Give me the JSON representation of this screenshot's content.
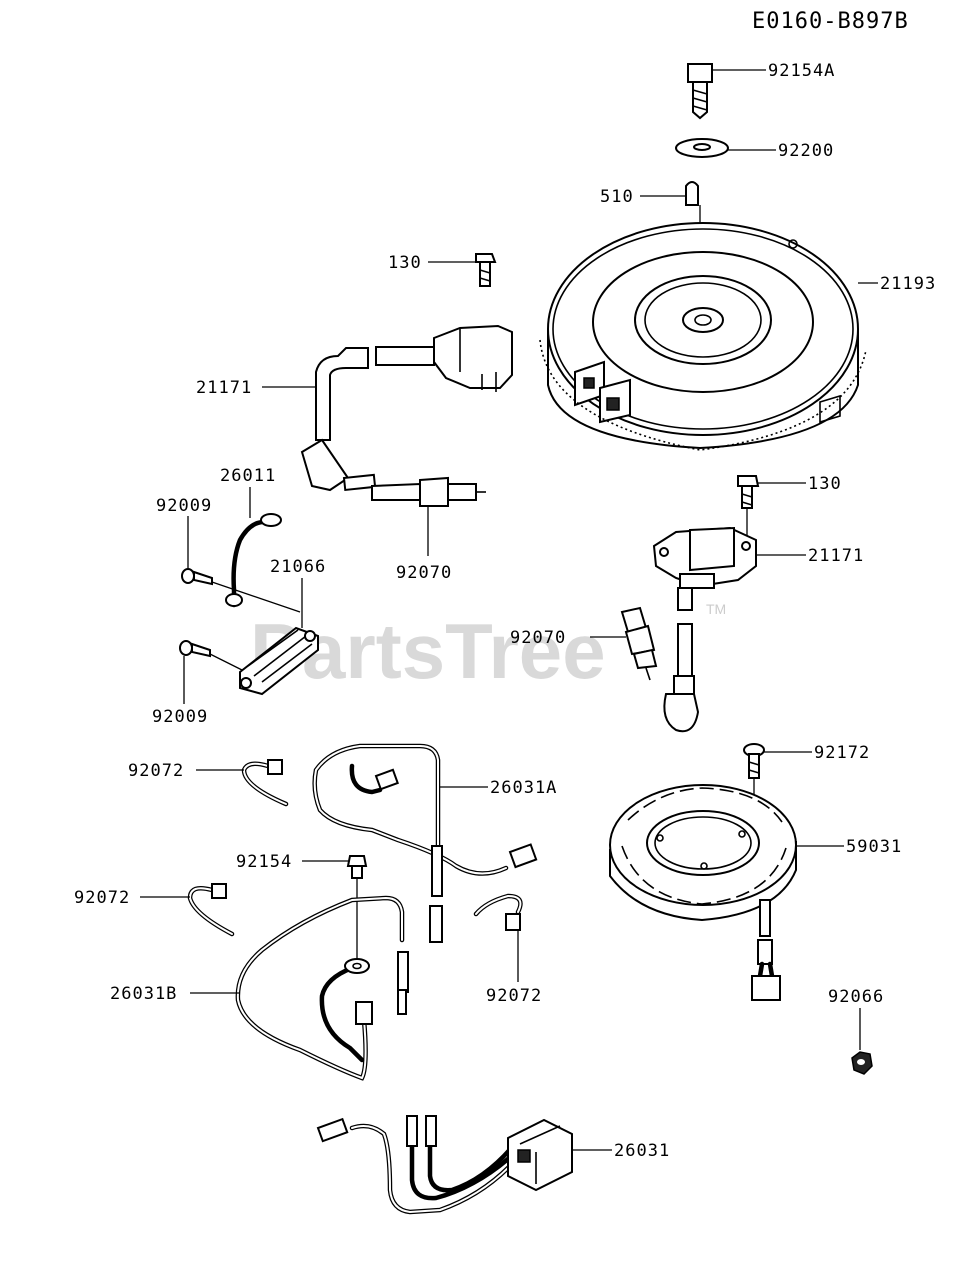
{
  "diagram_code": "E0160-B897B",
  "watermark": {
    "text": "PartsTree",
    "tm": "TM"
  },
  "callouts": {
    "bolt_top": "92154A",
    "washer_top": "92200",
    "key": "510",
    "flywheel": "21193",
    "bolt_coil_left": "130",
    "coil_left": "21171",
    "lead_26011": "26011",
    "screw_upper_left": "92009",
    "regulator": "21066",
    "plug_left": "92070",
    "screw_lower_left": "92009",
    "bolt_coil_right": "130",
    "coil_right": "21171",
    "plug_right": "92070",
    "clamp_upper_left": "92072",
    "harness_a": "26031A",
    "bolt_stator": "92172",
    "stator": "59031",
    "bolt_harness": "92154",
    "clamp_mid_left": "92072",
    "clamp_mid_center": "92072",
    "nut": "92066",
    "harness_b": "26031B",
    "harness_main": "26031"
  }
}
